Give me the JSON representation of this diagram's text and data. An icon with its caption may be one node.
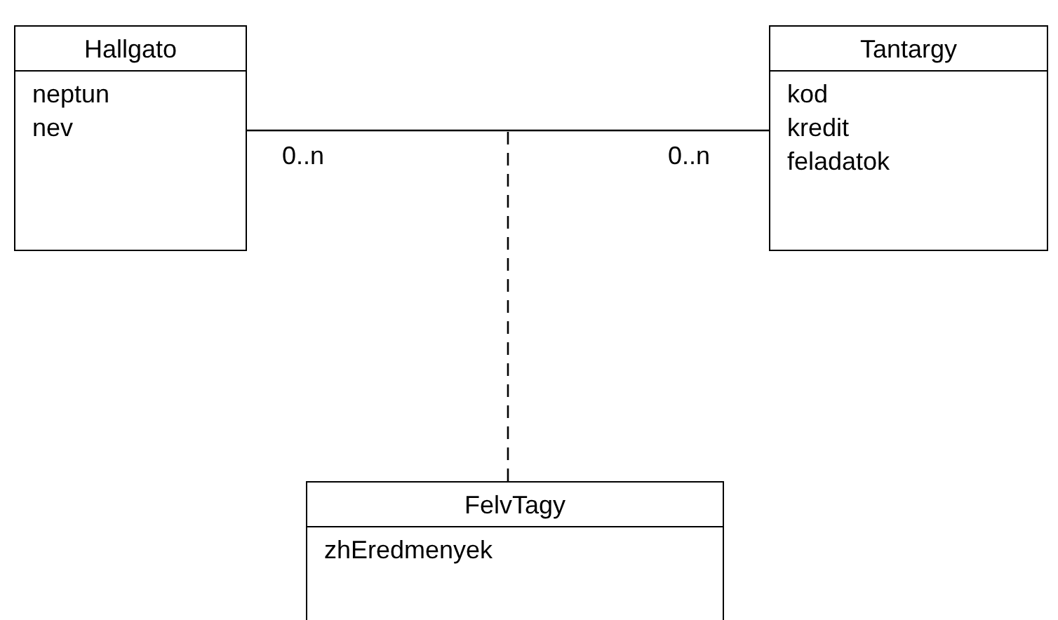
{
  "diagram": {
    "nodes": [
      {
        "text": [
          "Hallgato",
          "neptun",
          "nev"
        ]
      },
      {
        "text": [
          "Tantargy",
          "kod",
          "kredit",
          "feladatok"
        ]
      },
      {
        "text": [
          "FelvTagy",
          "zhEredmenyek"
        ]
      }
    ],
    "edges": [
      {
        "from": 0,
        "to": 1,
        "arrow": "none"
      },
      {
        "from": 2,
        "to": null,
        "arrow": "none",
        "style": "dashed"
      }
    ],
    "labels": [
      "0..n",
      "0..n"
    ]
  }
}
